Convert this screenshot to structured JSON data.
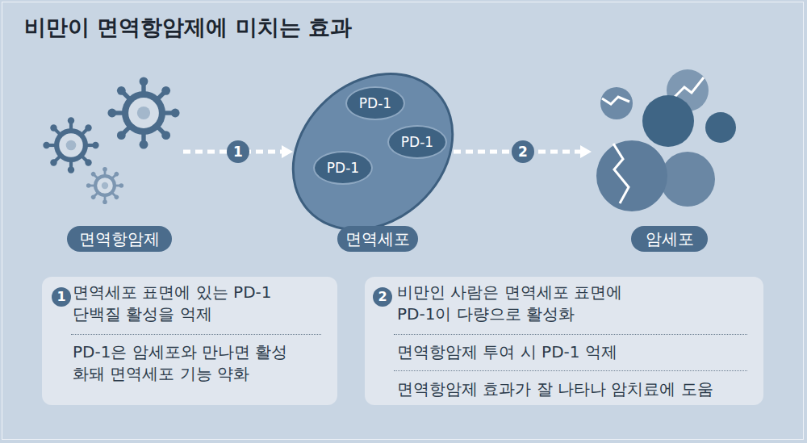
{
  "diagram": {
    "title": "비만이 면역항암제에 미치는 효과",
    "nodes": [
      {
        "text": [
          "면역항암제"
        ]
      },
      {
        "text": [
          "면역세포"
        ]
      },
      {
        "text": [
          "PD-1"
        ],
        "in": 1
      },
      {
        "text": [
          "PD-1"
        ],
        "in": 1
      },
      {
        "text": [
          "PD-1"
        ],
        "in": 1
      },
      {
        "text": [
          "암세포"
        ]
      },
      {
        "text": [
          "면역세포 표면에 있는 PD-1 단백질 활성을 억제",
          "PD-1은 암세포와 만나면 활성화돼 면역세포 기능 약화"
        ]
      },
      {
        "text": [
          "비만인 사람은 면역세포 표면에 PD-1이 다량으로 활성화",
          "면역항암제 투여 시 PD-1 억제",
          "면역항암제 효과가 잘 나타나 암치료에 도움"
        ]
      }
    ],
    "edges": [
      {
        "from": 0,
        "to": 1,
        "label": "1",
        "arrow": "to"
      },
      {
        "from": 1,
        "to": 5,
        "label": "2",
        "arrow": "to"
      }
    ],
    "labels": [
      "1",
      "2"
    ]
  }
}
